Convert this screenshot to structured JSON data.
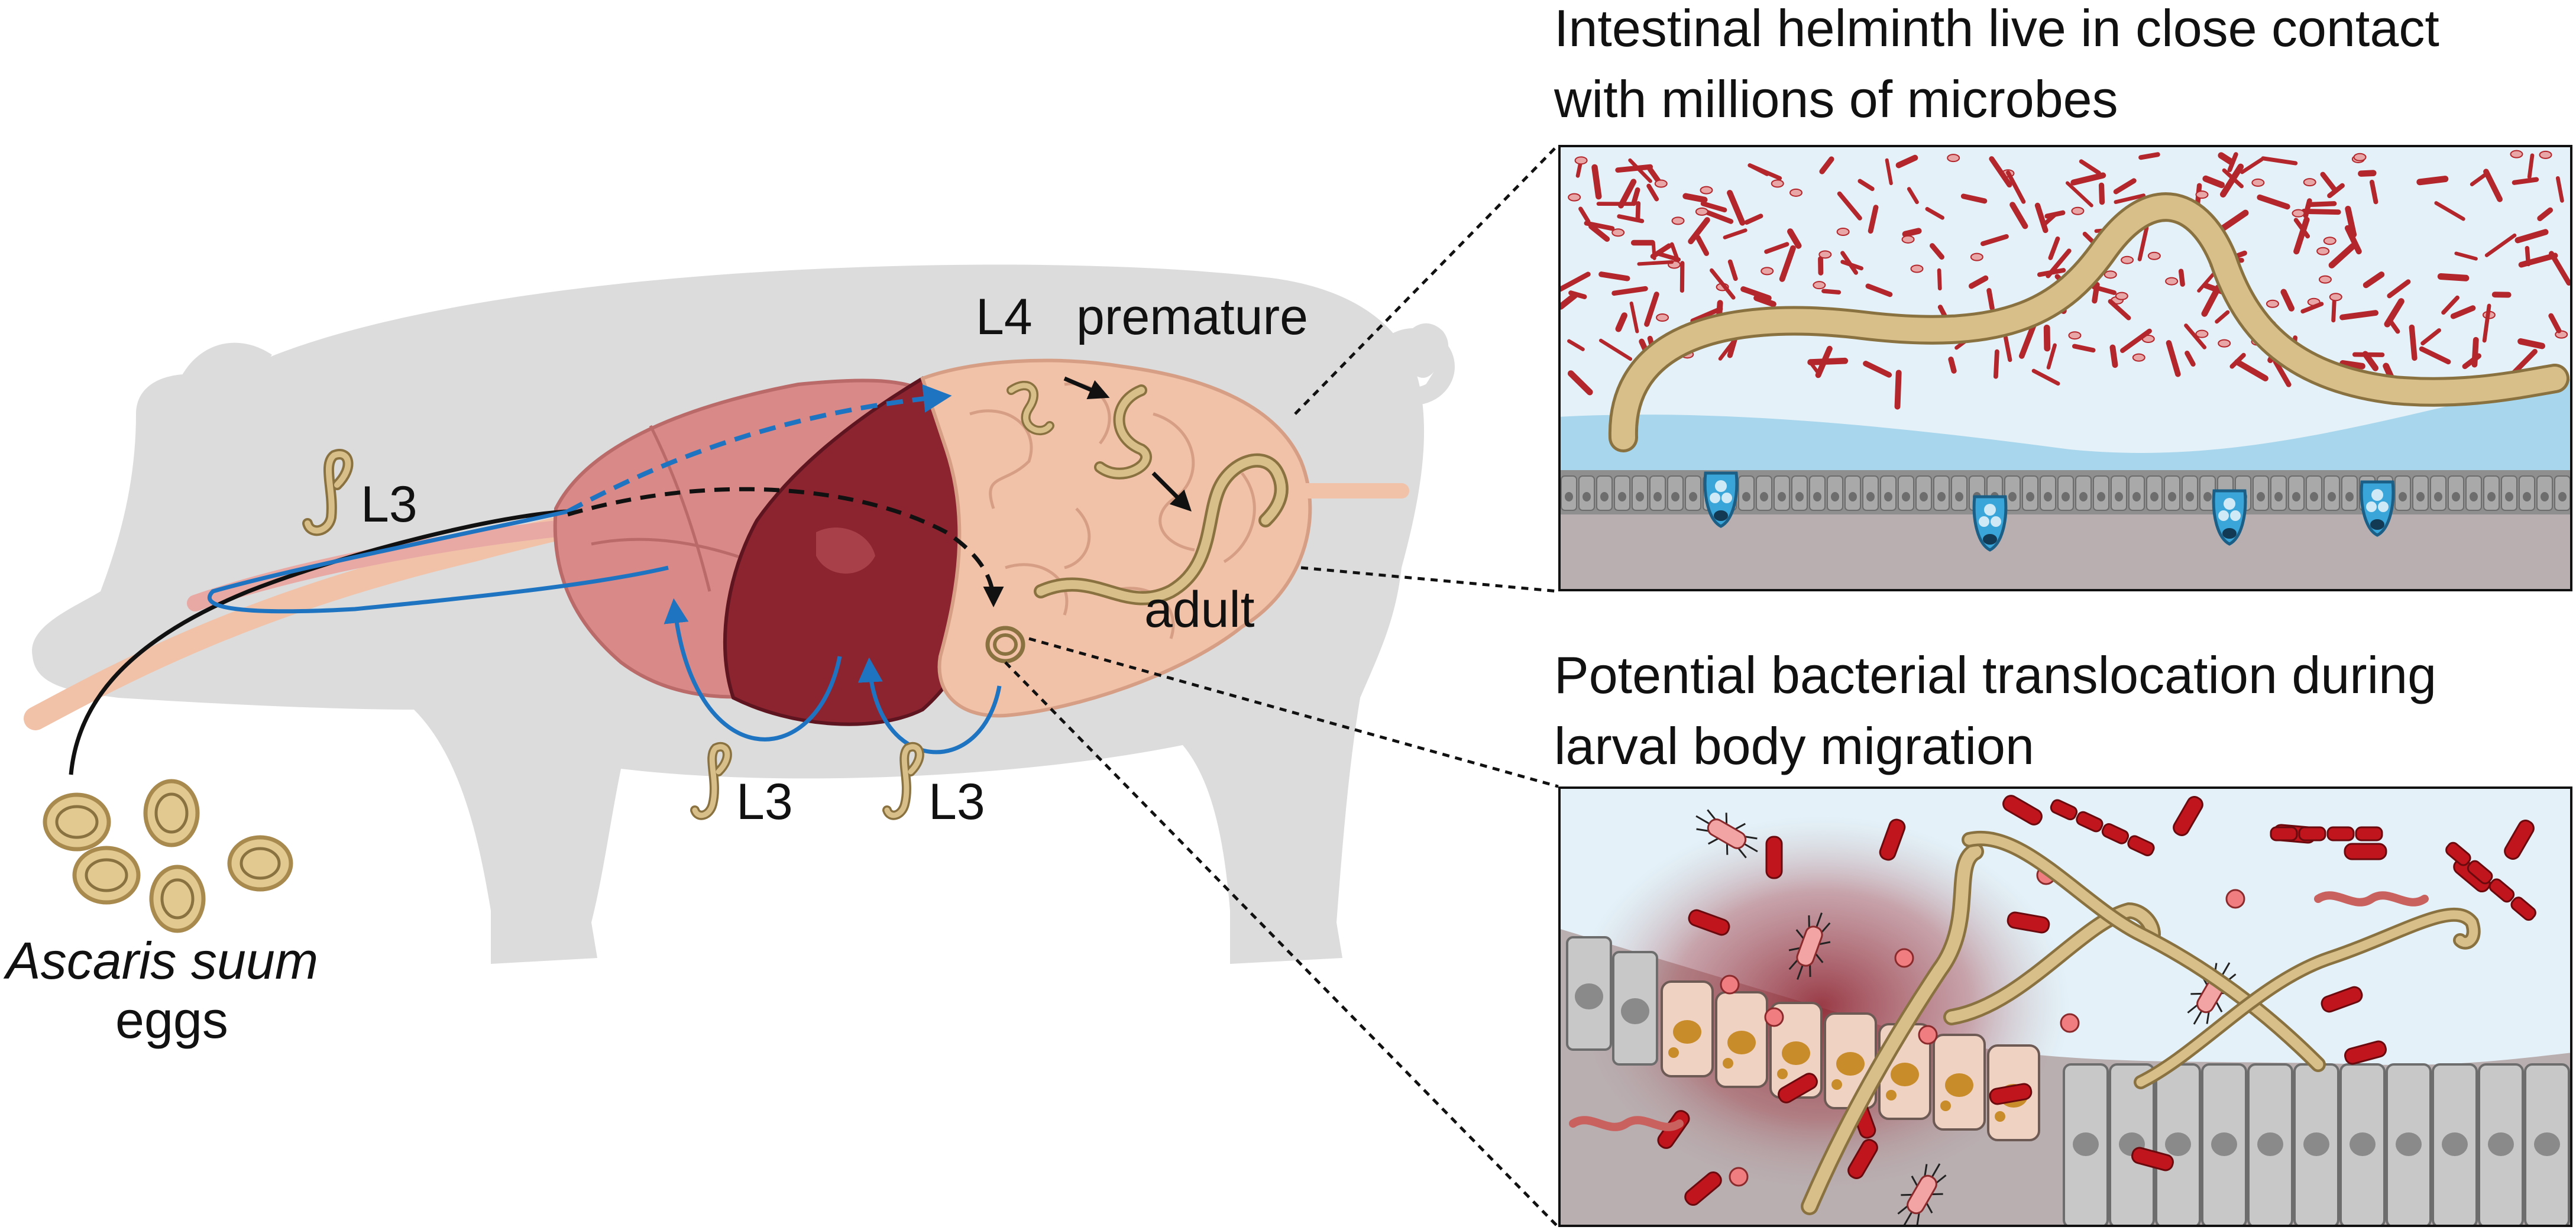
{
  "labels": {
    "l3_left": "L3",
    "l3_liver_1": "L3",
    "l3_liver_2": "L3",
    "l4": "L4",
    "premature": "premature",
    "adult": "adult",
    "eggs_species": "Ascaris suum",
    "eggs_word": "eggs"
  },
  "panels": {
    "top": {
      "title_line1": "Intestinal helminth live in close contact",
      "title_line2": "with millions of microbes"
    },
    "bottom": {
      "title_line1": "Potential bacterial translocation during",
      "title_line2": "larval body migration"
    }
  },
  "colors": {
    "pig": "#dcdcdc",
    "lung": "#d98a88",
    "liver": "#8c2430",
    "intestine": "#f1c2a8",
    "worm": "#d8bf8a",
    "worm_outline": "#8a7140",
    "bacteria": "#b3262c",
    "lumen": "#e4f1f8",
    "mucus": "#a8d6ec",
    "tissue": "#b9aeb0",
    "migration_arrow": "#1f74c2",
    "path_arrow": "#111111"
  },
  "icons": [
    "egg-icon",
    "larva-icon",
    "worm-icon",
    "bacterium-icon",
    "goblet-cell-icon",
    "epithelial-cell-icon"
  ]
}
